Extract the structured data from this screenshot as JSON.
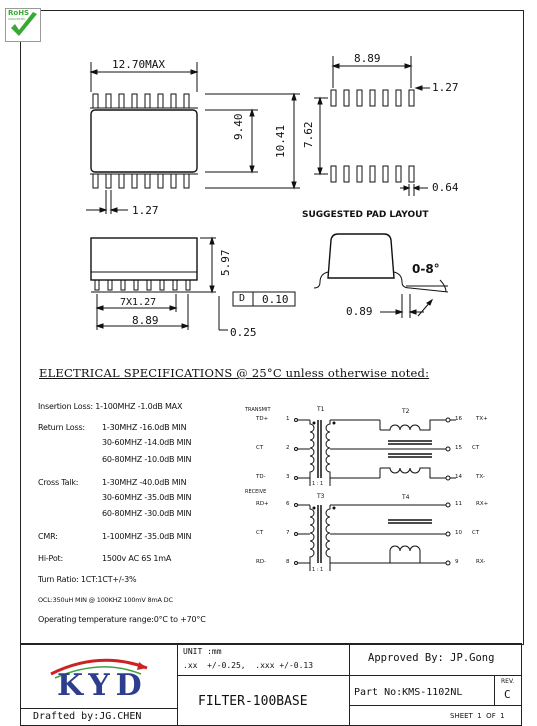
{
  "badge": {
    "rohs": "RoHS",
    "sub": "2002/95/EC"
  },
  "drawing": {
    "top_view": {
      "width_dim": "12.70MAX",
      "height_dim_a": "9.40",
      "height_dim_b": "10.41",
      "pitch_dim": "1.27"
    },
    "pad_layout": {
      "title": "SUGGESTED PAD LAYOUT",
      "width_dim": "8.89",
      "pitch_dim": "1.27",
      "row_dim": "7.62",
      "pad_dim": "0.64"
    },
    "side_view": {
      "height_dim": "5.97",
      "pitch_dim": "7X1.27",
      "span_dim": "8.89",
      "coplanarity": "0.10",
      "datum": "D",
      "lead_dim": "0.25"
    },
    "end_view": {
      "angle_dim": "0-8°",
      "lead_dim": "0.89"
    }
  },
  "specs": {
    "heading": "ELECTRICAL SPECIFICATIONS @ 25°C unless otherwise noted:",
    "insertion_loss": "Insertion Loss:  1-100MHZ  -1.0dB MAX",
    "return_loss_label": "Return Loss:",
    "return_loss_lines": [
      "1-30MHZ   -16.0dB MIN",
      "30-60MHZ  -14.0dB MIN",
      "60-80MHZ  -10.0dB MIN"
    ],
    "cross_talk_label": "Cross Talk:",
    "cross_talk_lines": [
      "1-30MHZ   -40.0dB MIN",
      "30-60MHZ  -35.0dB MIN",
      "60-80MHZ  -30.0dB MIN"
    ],
    "cmr_label": "CMR:",
    "cmr_value": "1-100MHZ  -35.0dB MIN",
    "hipot_label": "Hi-Pot:",
    "hipot_value": "1500v AC 6S 1mA",
    "turn_ratio": "Turn Ratio: 1CT:1CT+/-3%",
    "ocl": "OCL:350uH MIN @ 100KHZ 100mV 8mA DC",
    "operating_temp": "Operating temperature range:0°C to +70°C"
  },
  "schematic": {
    "transmit": "TRANSMIT",
    "receive": "RECEIVE",
    "t1": "T1",
    "t2": "T2",
    "t3": "T3",
    "t4": "T4",
    "ratio_top": "1 : 1",
    "ratio_bottom": "1 : 1",
    "left_pins": [
      {
        "name": "TD+",
        "num": "1"
      },
      {
        "name": "CT",
        "num": "2"
      },
      {
        "name": "TD-",
        "num": "3"
      },
      {
        "name": "RD+",
        "num": "6"
      },
      {
        "name": "CT",
        "num": "7"
      },
      {
        "name": "RD-",
        "num": "8"
      }
    ],
    "right_pins": [
      {
        "num": "16",
        "name": "TX+"
      },
      {
        "num": "15",
        "name": "CT"
      },
      {
        "num": "14",
        "name": "TX-"
      },
      {
        "num": "11",
        "name": "RX+"
      },
      {
        "num": "10",
        "name": "CT"
      },
      {
        "num": "9",
        "name": "RX-"
      }
    ]
  },
  "title_block": {
    "logo_text": "KYD",
    "unit": "UNIT :mm",
    "tolerance": ".xx  +/-0.25,  .xxx +/-0.13",
    "approved_by": "Approved By: JP.Gong",
    "title": "FILTER-100BASE",
    "part_no": "Part No:KMS-1102NL",
    "rev_label": "REV.",
    "rev_value": "C",
    "drafted_by": "Drafted by:JG.CHEN",
    "sheet": "SHEET  1  OF  1"
  },
  "colors": {
    "logo_red": "#cc2222",
    "logo_green": "#3fa33f",
    "logo_blue": "#2d3f8c",
    "badge_green": "#39a935"
  }
}
